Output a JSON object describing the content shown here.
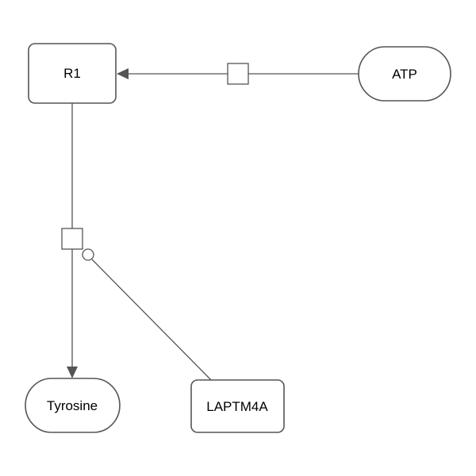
{
  "nodes": {
    "r1": {
      "label": "R1"
    },
    "atp": {
      "label": "ATP"
    },
    "tyrosine": {
      "label": "Tyrosine"
    },
    "laptm4a": {
      "label": "LAPTM4A"
    }
  }
}
